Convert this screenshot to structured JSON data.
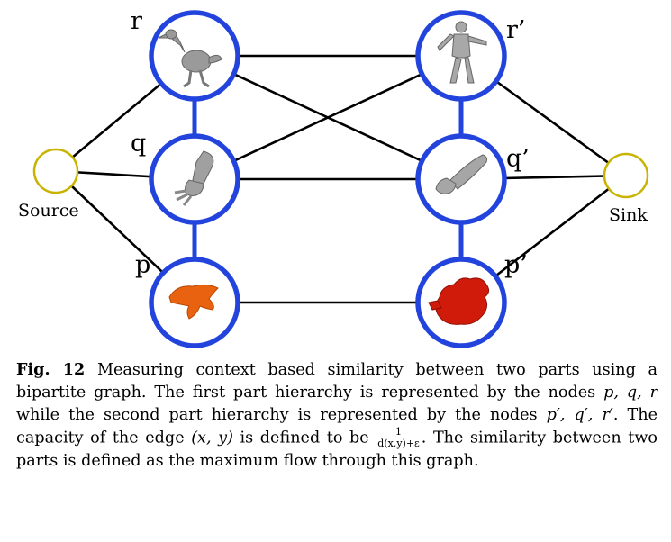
{
  "nodes": {
    "source": {
      "label": "Source"
    },
    "sink": {
      "label": "Sink"
    },
    "r": {
      "label": "r",
      "shape": "dodo-bird"
    },
    "q": {
      "label": "q",
      "shape": "arm-hand"
    },
    "p": {
      "label": "p",
      "shape": "orange-hand"
    },
    "r_prime": {
      "label": "r’",
      "shape": "human-figure"
    },
    "q_prime": {
      "label": "q’",
      "shape": "forearm-hand"
    },
    "p_prime": {
      "label": "p’",
      "shape": "red-hand"
    }
  },
  "edges": [
    [
      "source",
      "r"
    ],
    [
      "source",
      "q"
    ],
    [
      "source",
      "p"
    ],
    [
      "r",
      "q"
    ],
    [
      "q",
      "p"
    ],
    [
      "r_prime",
      "q_prime"
    ],
    [
      "q_prime",
      "p_prime"
    ],
    [
      "r",
      "r_prime"
    ],
    [
      "r",
      "q_prime"
    ],
    [
      "q",
      "r_prime"
    ],
    [
      "q",
      "q_prime"
    ],
    [
      "p",
      "p_prime"
    ],
    [
      "r_prime",
      "sink"
    ],
    [
      "q_prime",
      "sink"
    ],
    [
      "p_prime",
      "sink"
    ]
  ],
  "colors": {
    "node_ring": "#2244dd",
    "terminal_ring": "#c8b400",
    "edge": "#000000",
    "orange_hand": "#e8620f",
    "red_hand": "#d01a0a",
    "gray_shape": "#9a9a9a"
  },
  "caption": {
    "fig_label": "Fig. 12",
    "text_1": " Measuring context based similarity between two parts using a bipartite graph. The first part hierarchy is represented by the nodes ",
    "math_1": "p, q, r",
    "text_2": " while the second part hierarchy is represented by the nodes ",
    "math_2": "p′, q′, r′",
    "text_3": ". The capacity of the edge ",
    "math_3": "(x, y)",
    "text_4": " is defined to be ",
    "frac_num": "1",
    "frac_den": "d(x,y)+ε",
    "text_5": ". The similarity between two parts is defined as the maximum flow through this graph."
  }
}
